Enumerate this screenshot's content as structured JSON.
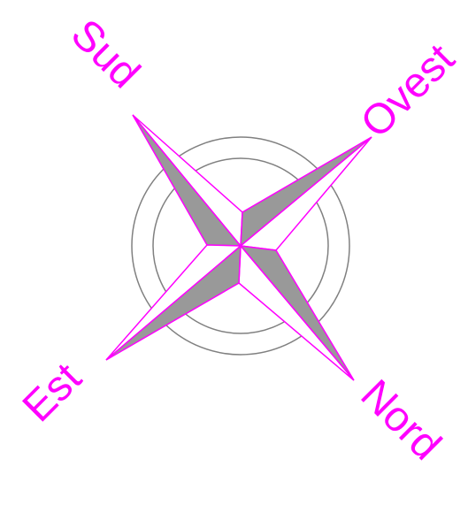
{
  "compass": {
    "labels": {
      "sud": "Sud",
      "ovest": "Ovest",
      "est": "Est",
      "nord": "Nord"
    },
    "colors": {
      "accent": "#ff00ff",
      "fill_dark": "#999999",
      "fill_light": "#ffffff",
      "ring": "#808080"
    }
  }
}
